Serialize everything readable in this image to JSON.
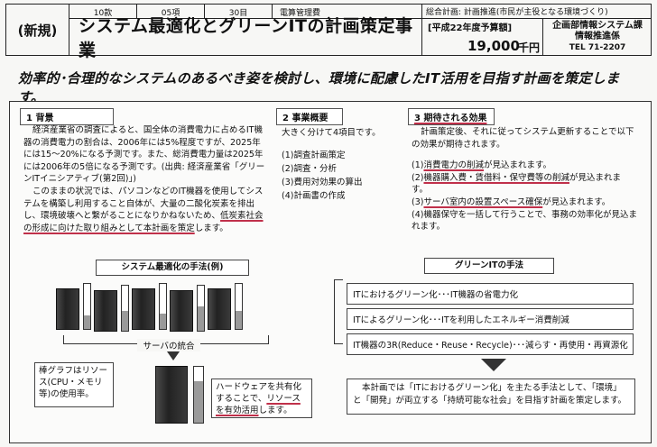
{
  "header": {
    "tag": "(新規)",
    "meta": [
      "10款",
      "05項",
      "30目",
      "電算管理費"
    ],
    "title": "システム最適化とグリーンITの計画策定事業",
    "plan": "総合計画: 計画推進(市民が主役となる環境づくり)",
    "budget_label": "[平成22年度予算額]",
    "budget_value": "19,000",
    "budget_unit": "千円",
    "dept_line1": "企画部情報システム課",
    "dept_line2": "情報推進係",
    "tel": "TEL 71-2207"
  },
  "headline": "効率的･合理的なシステムのあるべき姿を検討し、環境に配慮したIT活用を目指す計画を策定します。",
  "background": {
    "title": "1 背景",
    "p1_a": "経済産業省の調査によると、国全体の消費電力に占めるIT機器の消費電力の割合は、2006年には5%程度ですが、2025年には15～20%になる予測です。また、総消費電力量は2025年には2006年の5倍になる予測です。(出典: 経済産業省「グリーンITイニシアティブ(第2回)」)",
    "p2_a": "このままの状況では、パソコンなどのIT機器を使用してシステムを構築し利用すること自体が、大量の二酸化炭素を排出し、環境破壊へと繋がることになりかねないため、",
    "p2_u": "低炭素社会の形成に向けた取り組みとして本計画を策定",
    "p2_c": "します。"
  },
  "overview": {
    "title": "2 事業概要",
    "intro": "大きく分けて4項目です。",
    "items": [
      "(1)調査計画策定",
      "(2)調査・分析",
      "(3)費用対効果の算出",
      "(4)計画書の作成"
    ]
  },
  "effects": {
    "title": "3 期待される効果",
    "intro": "計画策定後、それに従ってシステム更新することで以下の効果が期待されます。",
    "i1_a": "(1)",
    "i1_u": "消費電力の削減",
    "i1_b": "が見込まれます。",
    "i2_a": "(2)",
    "i2_u": "機器購入費・賃借料・保守費等の削減",
    "i2_b": "が見込まれます。",
    "i3_a": "(3)",
    "i3_u": "サーバ室内の設置スペース確保",
    "i3_b": "が見込まれます。",
    "i4": "(4)機器保守を一括して行うことで、事務の効率化が見込まれます。"
  },
  "optimization": {
    "title": "システム最適化の手法(例)",
    "integration_label": "サーバの統合",
    "bar_note": "棒グラフはリソース(CPU・メモリ等)の使用率。",
    "share_a": "ハードウェアを共有化することで、",
    "share_u": "リソースを有効活用",
    "share_b": "します。",
    "usage": [
      0.3,
      0.45,
      0.35,
      0.55,
      0.4
    ],
    "combined_usage": 0.75
  },
  "green": {
    "title": "グリーンITの手法",
    "m1": "ITにおけるグリーン化･･･IT機器の省電力化",
    "m2": "ITによるグリーン化･･･ITを利用したエネルギー消費削減",
    "m3": "IT機器の3R(Reduce・Reuse・Recycle)･･･減らす・再使用・再資源化",
    "summary": "本計画では「ITにおけるグリーン化」を主たる手法として、「環境」と「開発」が両立する「持続可能な社会」を目指す計画を策定します。"
  }
}
